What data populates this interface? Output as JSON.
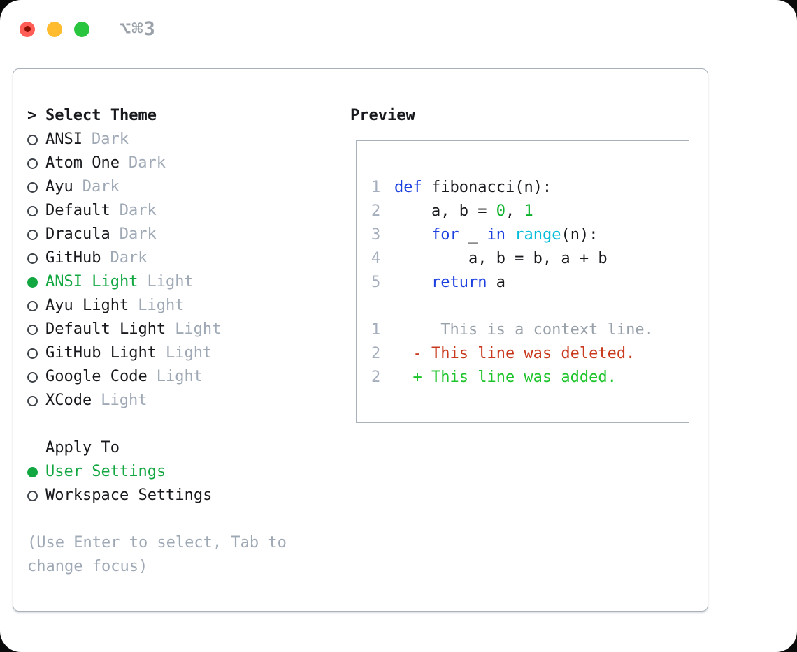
{
  "window": {
    "shortcut": "⌥⌘3"
  },
  "colors": {
    "traffic_red": "#ff5d55",
    "traffic_red_dot": "#8c0f03",
    "traffic_yellow": "#febc2e",
    "traffic_green": "#2ac53e",
    "shortcut_gray": "#9aa1a9",
    "panel_border": "#a9b1bd",
    "text_black": "#17191d",
    "muted_gray": "#9fa9b6",
    "marker_gray": "#3f444b",
    "accent_green": "#13a742",
    "line_number": "#a5aebd",
    "code_keyword": "#1c3fe0",
    "code_builtin": "#00bcd8",
    "code_number": "#09b229",
    "diff_context": "#98a1aa",
    "diff_deleted": "#c8391d",
    "diff_added": "#1ec42b"
  },
  "theme_panel": {
    "title_prefix": ">",
    "title": "Select Theme",
    "themes": [
      {
        "name": "ANSI",
        "variant": "Dark",
        "selected": false
      },
      {
        "name": "Atom One",
        "variant": "Dark",
        "selected": false
      },
      {
        "name": "Ayu",
        "variant": "Dark",
        "selected": false
      },
      {
        "name": "Default",
        "variant": "Dark",
        "selected": false
      },
      {
        "name": "Dracula",
        "variant": "Dark",
        "selected": false
      },
      {
        "name": "GitHub",
        "variant": "Dark",
        "selected": false
      },
      {
        "name": "ANSI Light",
        "variant": "Light",
        "selected": true
      },
      {
        "name": "Ayu Light",
        "variant": "Light",
        "selected": false
      },
      {
        "name": "Default Light",
        "variant": "Light",
        "selected": false
      },
      {
        "name": "GitHub Light",
        "variant": "Light",
        "selected": false
      },
      {
        "name": "Google Code",
        "variant": "Light",
        "selected": false
      },
      {
        "name": "XCode",
        "variant": "Light",
        "selected": false
      }
    ],
    "apply_to": {
      "title": "Apply To",
      "options": [
        {
          "label": "User Settings",
          "selected": true
        },
        {
          "label": "Workspace Settings",
          "selected": false
        }
      ]
    },
    "hint": "(Use Enter to select, Tab to change focus)"
  },
  "preview": {
    "title": "Preview",
    "code_lines": [
      {
        "num": "1",
        "tokens": [
          {
            "text": "def",
            "style": "keyword"
          },
          {
            "text": " fibonacci(n):",
            "style": "default"
          }
        ]
      },
      {
        "num": "2",
        "tokens": [
          {
            "text": "    a, b = ",
            "style": "default"
          },
          {
            "text": "0",
            "style": "number"
          },
          {
            "text": ", ",
            "style": "default"
          },
          {
            "text": "1",
            "style": "number"
          }
        ]
      },
      {
        "num": "3",
        "tokens": [
          {
            "text": "    ",
            "style": "default"
          },
          {
            "text": "for",
            "style": "keyword"
          },
          {
            "text": " _ ",
            "style": "default"
          },
          {
            "text": "in",
            "style": "keyword"
          },
          {
            "text": " ",
            "style": "default"
          },
          {
            "text": "range",
            "style": "builtin"
          },
          {
            "text": "(n):",
            "style": "default"
          }
        ]
      },
      {
        "num": "4",
        "tokens": [
          {
            "text": "        a, b = b, a + b",
            "style": "default"
          }
        ]
      },
      {
        "num": "5",
        "tokens": [
          {
            "text": "    ",
            "style": "default"
          },
          {
            "text": "return",
            "style": "keyword"
          },
          {
            "text": " a",
            "style": "default"
          }
        ]
      }
    ],
    "diff_lines": [
      {
        "num": "1",
        "text": "     This is a context line.",
        "style": "context"
      },
      {
        "num": "2",
        "text": "  - This line was deleted.",
        "style": "deleted"
      },
      {
        "num": "2",
        "text": "  + This line was added.",
        "style": "added"
      }
    ]
  }
}
